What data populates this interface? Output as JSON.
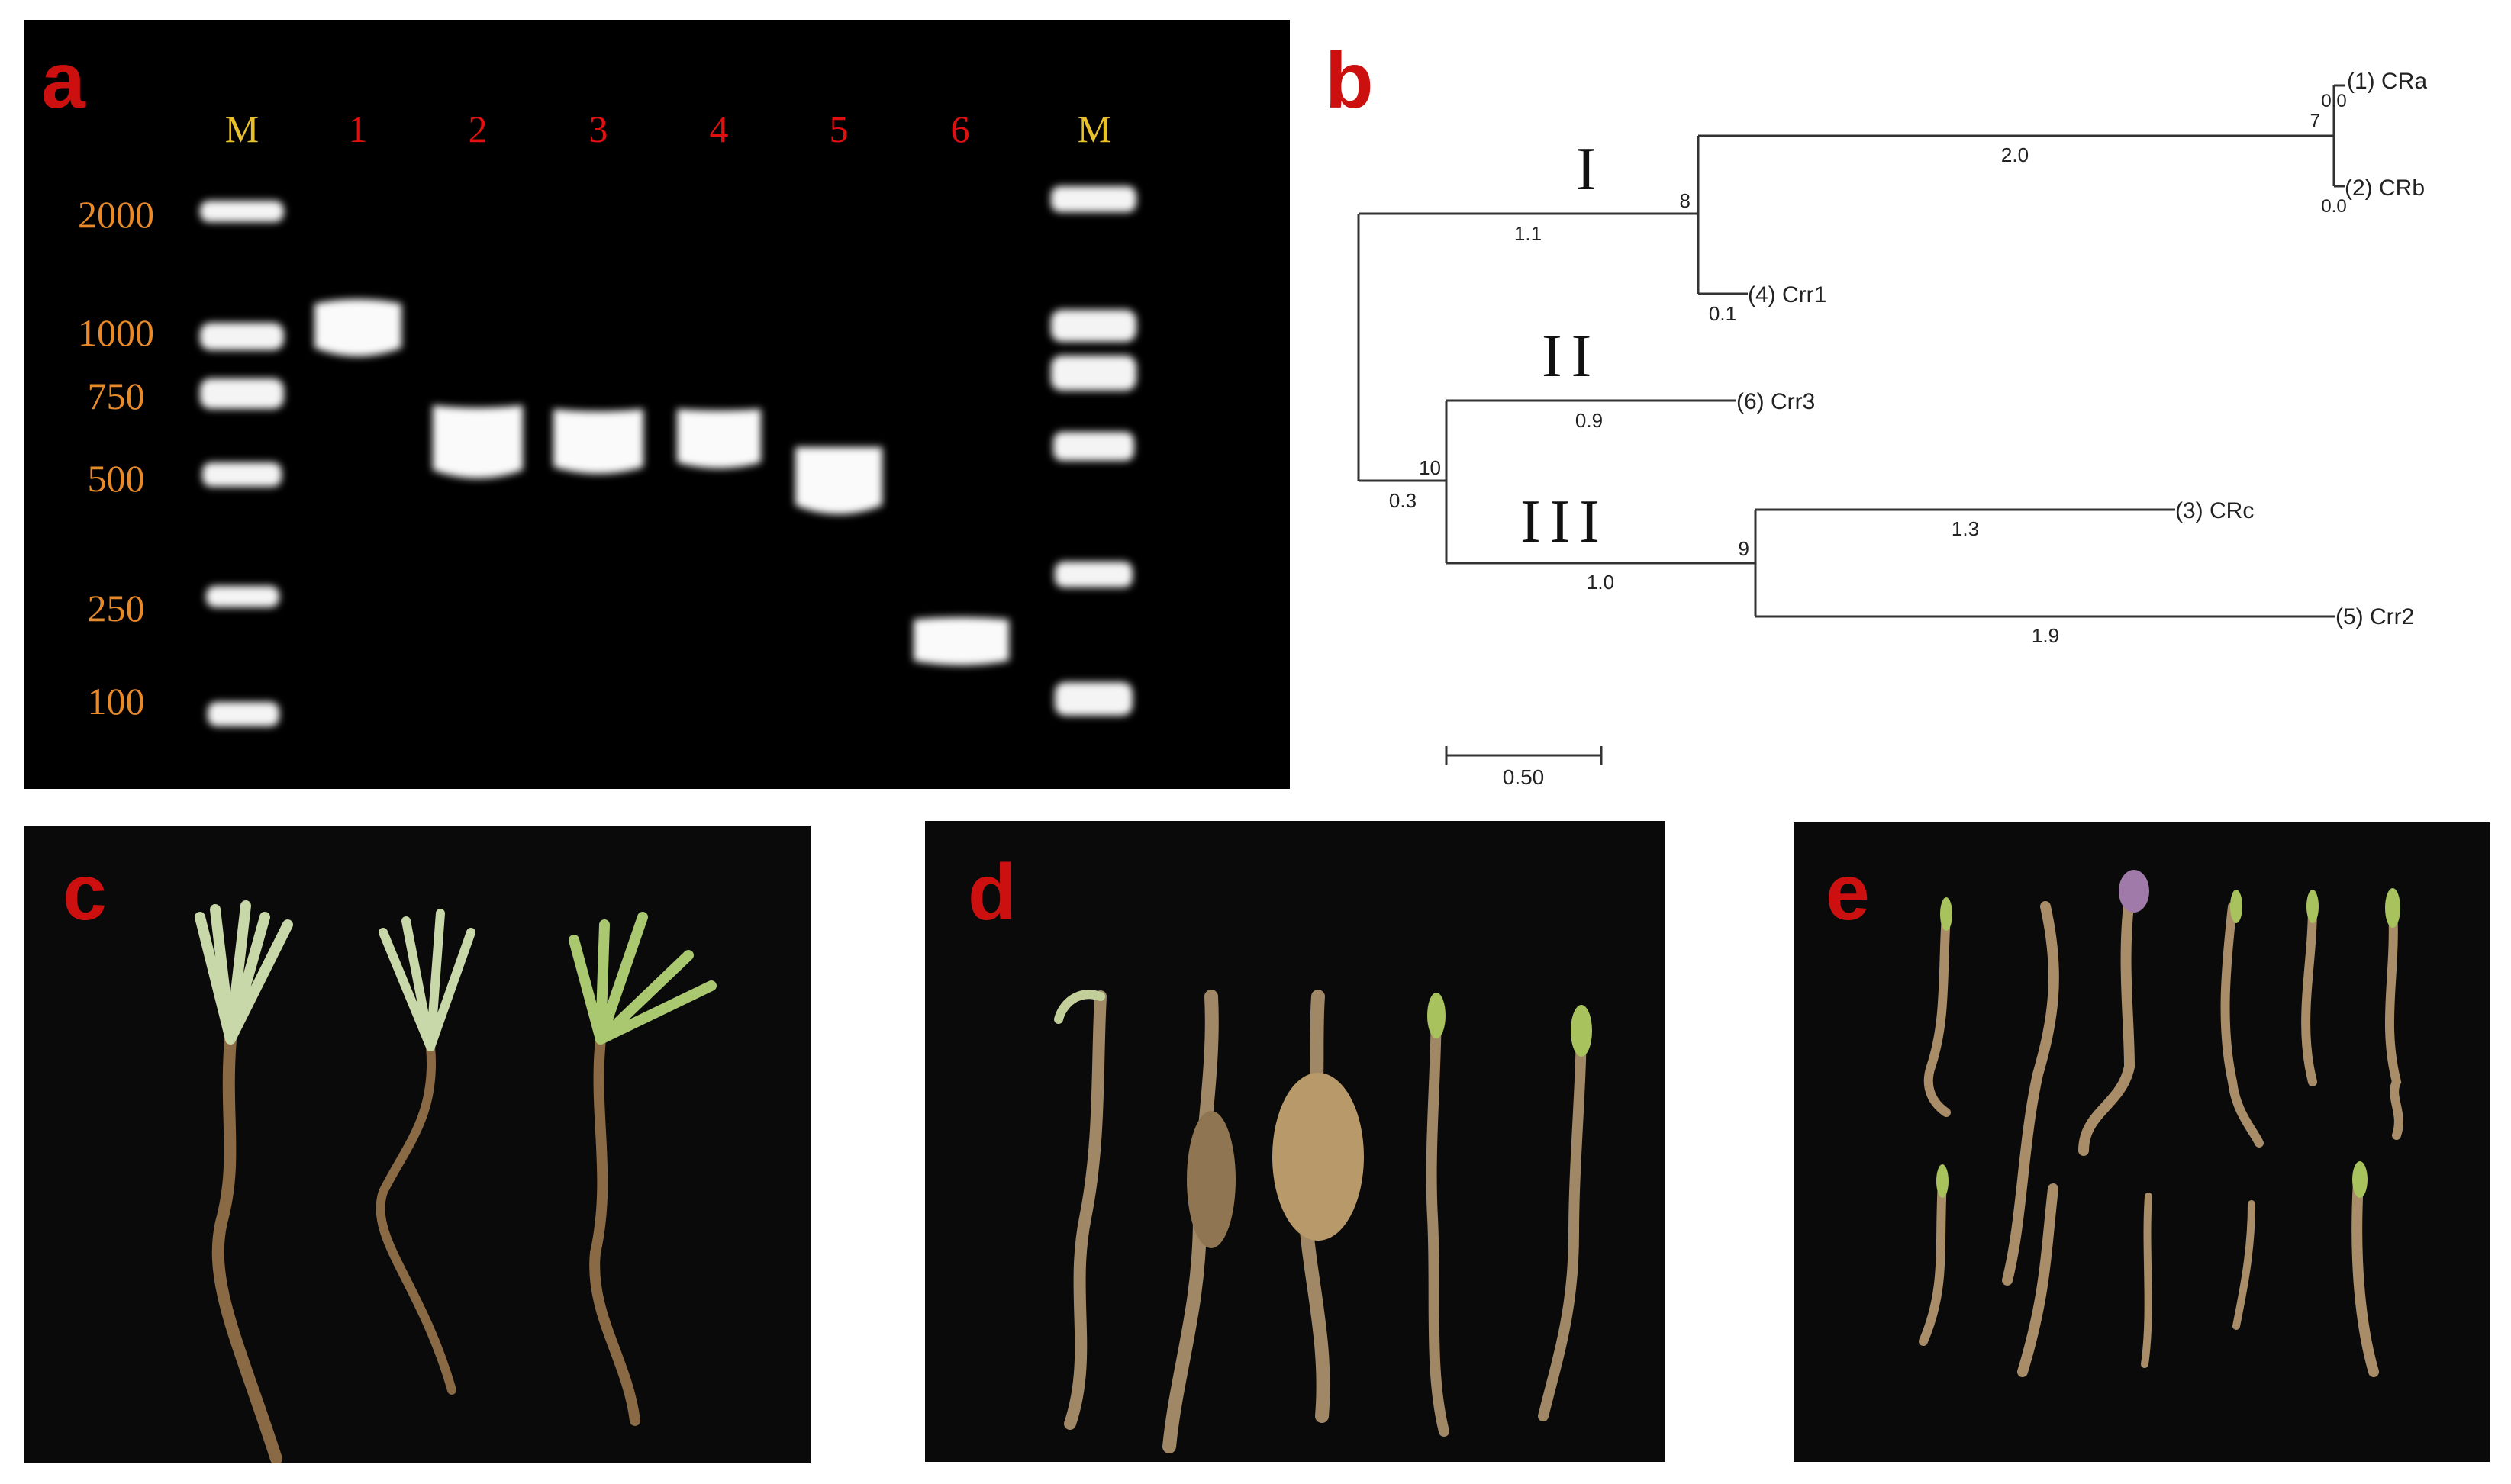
{
  "panels": {
    "a": "a",
    "b": "b",
    "c": "c",
    "d": "d",
    "e": "e"
  },
  "gel": {
    "lanes": [
      "M",
      "1",
      "2",
      "3",
      "4",
      "5",
      "6",
      "M"
    ],
    "ladder": [
      "2000",
      "1000",
      "750",
      "500",
      "250",
      "100"
    ],
    "colors": {
      "marker_label": "#e8c12a",
      "sample_label": "#e01010",
      "ladder_label": "#e88a2a",
      "background": "#000000"
    }
  },
  "tree": {
    "clades": [
      "I",
      "II",
      "III"
    ],
    "leaves": [
      "(1) CRa",
      "(2) CRb",
      "(4) Crr1",
      "(6) Crr3",
      "(3) CRc",
      "(5) Crr2"
    ],
    "branch_lengths": [
      "2.0",
      "0.0",
      "0.0",
      "1.1",
      "0.1",
      "0.9",
      "0.3",
      "1.3",
      "1.0",
      "1.9"
    ],
    "bootstrap": [
      "7",
      "8",
      "10",
      "9"
    ],
    "scale_label": "0.50"
  }
}
